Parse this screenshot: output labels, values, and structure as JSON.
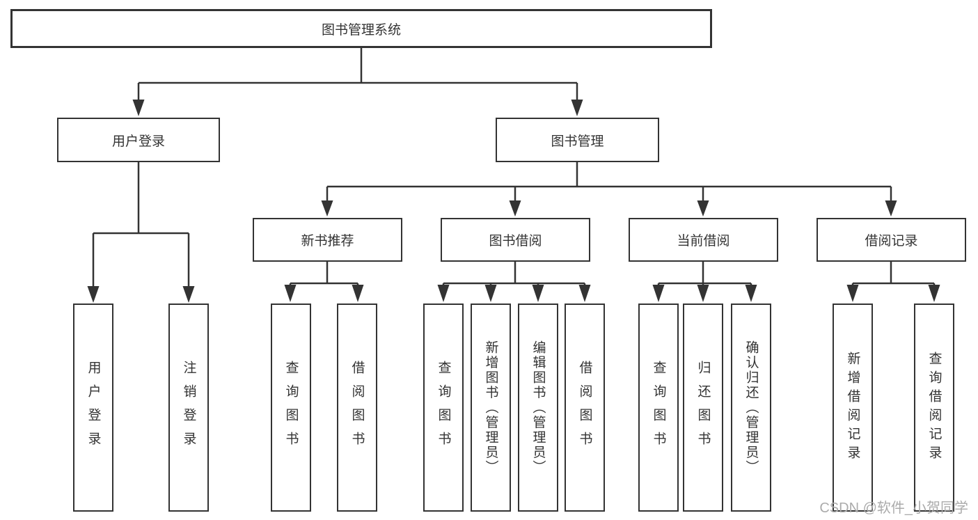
{
  "tree": {
    "root": {
      "label": "图书管理系统"
    },
    "branches": [
      {
        "label": "用户登录",
        "children": [
          {
            "label": "用户登录"
          },
          {
            "label": "注销登录"
          }
        ]
      },
      {
        "label": "图书管理",
        "children": [
          {
            "label": "新书推荐",
            "children": [
              {
                "label": "查询图书"
              },
              {
                "label": "借阅图书"
              }
            ]
          },
          {
            "label": "图书借阅",
            "children": [
              {
                "label": "查询图书"
              },
              {
                "label": "新增图书（管理员）"
              },
              {
                "label": "编辑图书（管理员）"
              },
              {
                "label": "借阅图书"
              }
            ]
          },
          {
            "label": "当前借阅",
            "children": [
              {
                "label": "查询图书"
              },
              {
                "label": "归还图书"
              },
              {
                "label": "确认归还（管理员）"
              }
            ]
          },
          {
            "label": "借阅记录",
            "children": [
              {
                "label": "新增借阅记录"
              },
              {
                "label": "查询借阅记录"
              }
            ]
          }
        ]
      }
    ]
  },
  "watermark": {
    "text": "CSDN @软件_小贺同学"
  },
  "colors": {
    "line": "#333333",
    "border": "#333333",
    "text": "#333333",
    "watermark": "#ababab",
    "bg": "#ffffff"
  }
}
